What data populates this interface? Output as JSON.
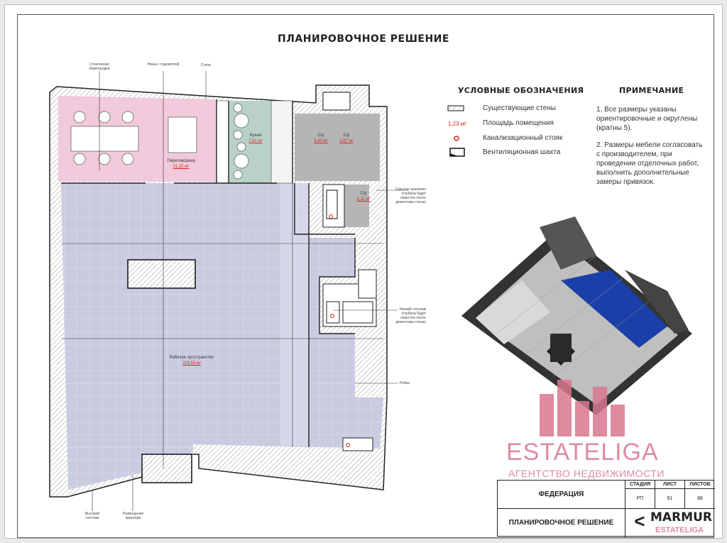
{
  "title": "ПЛАНИРОВОЧНОЕ РЕШЕНИЕ",
  "legend": {
    "heading": "УСЛОВНЫЕ ОБОЗНАЧЕНИЯ",
    "items": [
      {
        "icon": "hatched-wall-icon",
        "label": "Существующие стены"
      },
      {
        "icon": "area-sample",
        "sample": "1,23 м²",
        "label": "Площадь помещения"
      },
      {
        "icon": "sewer-riser-icon",
        "label": "Канализационный стояк"
      },
      {
        "icon": "ventilation-shaft-icon",
        "label": "Вентиляционная шахта"
      }
    ]
  },
  "notes": {
    "heading": "ПРИМЕЧАНИЕ",
    "items": [
      "1. Все размеры указаны ориентировочные и округлены (кратны 5).",
      "2. Размеры мебели согласовать с производителем, при проведении отделочных работ, выполнить дополнительные замеры привязок."
    ]
  },
  "plan": {
    "callouts": {
      "glass": "Стеклянная перегородка",
      "niche": "Ниша с подсветкой",
      "wall": "Стена",
      "hidden_storage": "Скрытое хранение (глубина будет известна после демонтажа стены)",
      "low_shelf": "Низкий стеллаж (глубина будет известна после демонтажа стены)",
      "rail": "Рейка",
      "high_shelf": "Высокий стеллаж",
      "printer": "Размещение принтера"
    },
    "rooms": {
      "meeting": {
        "name": "Переговорная",
        "area": "21,32 м²"
      },
      "kitchen": {
        "name": "Кухня",
        "area": "7,61 м²"
      },
      "wc1": {
        "name": "С/у",
        "area": "3,43 м²"
      },
      "wc2": {
        "name": "С/у",
        "area": "2,87 м²"
      },
      "wc3": {
        "name": "С/у",
        "area": "3,11 м²"
      },
      "workspace": {
        "name": "Рабочее пространство",
        "area": "119,58 м²"
      }
    }
  },
  "title_block": {
    "project": "ФЕДЕРАЦИЯ",
    "sheet_title": "ПЛАНИРОВОЧНОЕ РЕШЕНИЕ",
    "stage_label": "СТАДИЯ",
    "sheet_label": "ЛИСТ",
    "sheets_label": "ЛИСТОВ",
    "stage": "РП",
    "sheet": "61",
    "sheets": "88",
    "logo": "MARMUR"
  },
  "watermark": {
    "brand": "ESTATELIGA",
    "tagline": "АГЕНТСТВО НЕДВИЖИМОСТИ",
    "small": "ESTATELIGA"
  },
  "colors": {
    "meeting": "#f2c9da",
    "kitchen": "#b9d1c8",
    "workspace": "#c9cbe0",
    "wc": "#b5b5b5",
    "area": "#dd2222",
    "watermark": "#d9778f",
    "render_blue": "#1b3fa8"
  }
}
